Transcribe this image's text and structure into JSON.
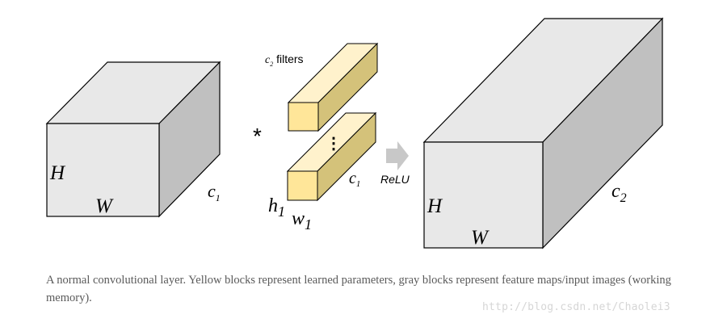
{
  "diagram": {
    "input_block": {
      "height_label": "H",
      "width_label": "W",
      "channels_label": "c",
      "channels_sub": "1"
    },
    "operator_symbol": "*",
    "filters": {
      "caption_var": "c",
      "caption_sub": "2",
      "caption_text": " filters",
      "ellipsis": "⋮",
      "height_var": "h",
      "height_sub": "1",
      "width_var": "w",
      "width_sub": "1",
      "channels_var": "c",
      "channels_sub": "1"
    },
    "activation_label": "ReLU",
    "output_block": {
      "height_label": "H",
      "width_label": "W",
      "channels_label": "c",
      "channels_sub": "2"
    }
  },
  "caption": "A normal convolutional layer. Yellow blocks represent learned parameters, gray blocks represent feature maps/input images (working memory).",
  "watermark": "http://blog.csdn.net/Chaolei3",
  "colors": {
    "gray_front": "#e8e8e8",
    "gray_top": "#e8e8e8",
    "gray_side": "#c0c0c0",
    "yellow_front": "#ffe699",
    "yellow_top": "#fff2cc",
    "yellow_side": "#d4c27a",
    "arrow": "#c8c8c8"
  }
}
